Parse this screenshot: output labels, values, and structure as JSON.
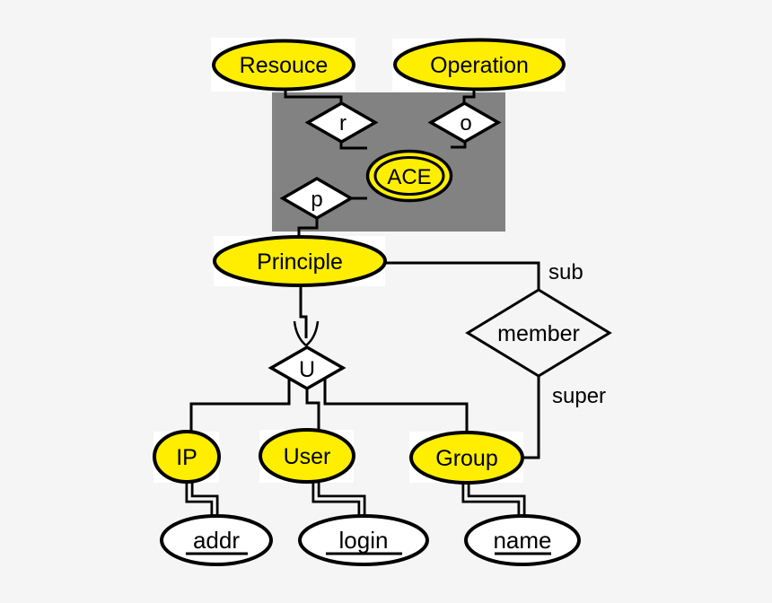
{
  "diagram": {
    "type": "entity-relationship",
    "colors": {
      "background": "#f5f5f5",
      "panel_gray": "#828282",
      "entity_fill": "#ffee00",
      "relation_fill": "#ffffff",
      "attribute_fill": "#ffffff",
      "line": "#000000",
      "halo": "#ffffff"
    },
    "entities": [
      {
        "label": "Resouce"
      },
      {
        "label": "Operation"
      },
      {
        "label": "ACE",
        "double_border": true
      },
      {
        "label": "Principle"
      },
      {
        "label": "IP"
      },
      {
        "label": "User"
      },
      {
        "label": "Group"
      }
    ],
    "relationships": [
      {
        "label": "r"
      },
      {
        "label": "o"
      },
      {
        "label": "p"
      },
      {
        "label": "U"
      },
      {
        "label": "member"
      }
    ],
    "attributes": [
      {
        "label": "addr",
        "key": true
      },
      {
        "label": "login",
        "key": true
      },
      {
        "label": "name",
        "key": true
      }
    ],
    "edge_labels": [
      {
        "label": "sub"
      },
      {
        "label": "super"
      }
    ]
  }
}
